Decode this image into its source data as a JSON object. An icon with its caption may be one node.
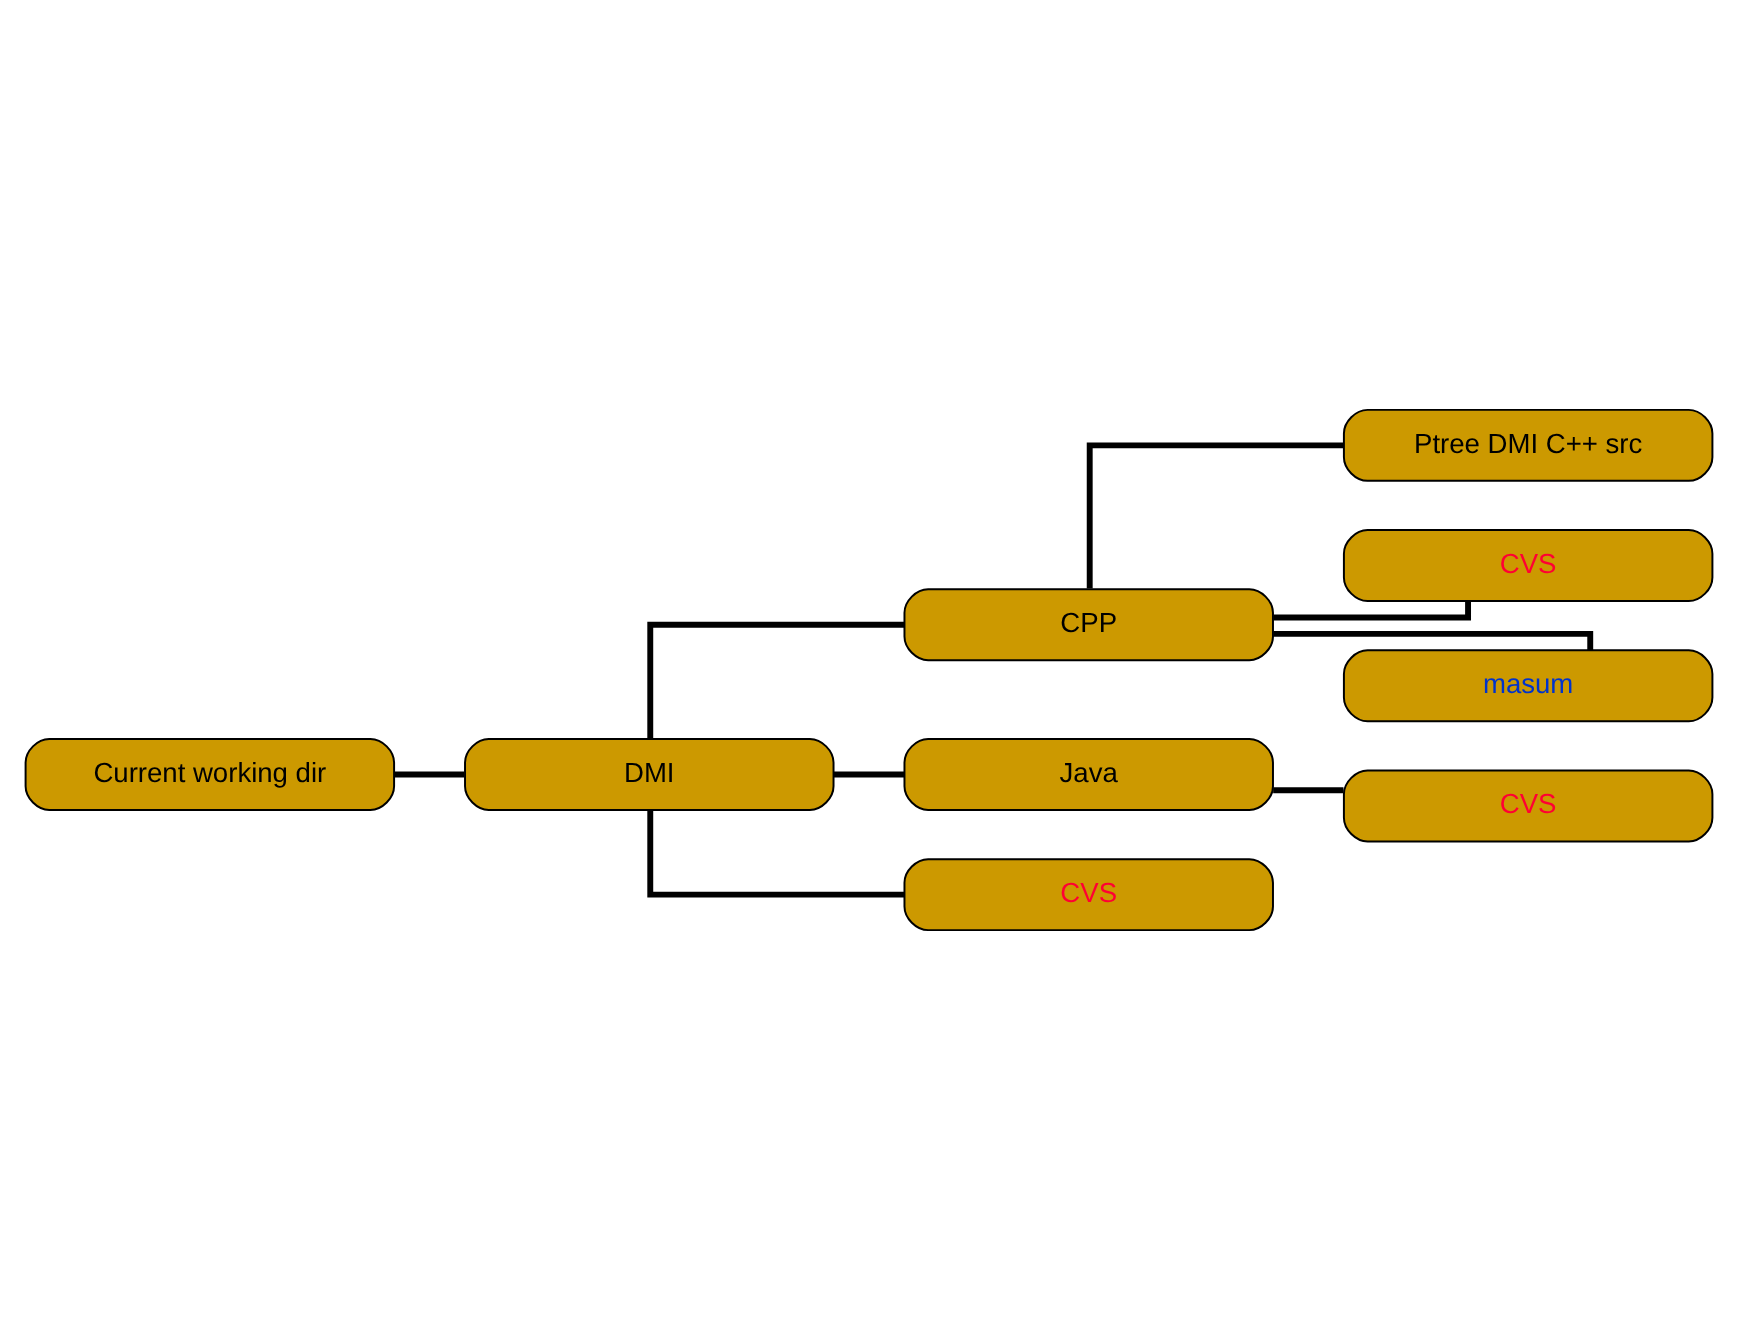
{
  "diagram": {
    "nodes": [
      {
        "text": [
          "Current working dir"
        ]
      },
      {
        "text": [
          "DMI"
        ]
      },
      {
        "text": [
          "CPP"
        ]
      },
      {
        "text": [
          "Ptree DMI C++ src"
        ]
      },
      {
        "text": [
          "CVS"
        ]
      },
      {
        "text": [
          "masum"
        ]
      },
      {
        "text": [
          "Java"
        ]
      },
      {
        "text": [
          "CVS"
        ]
      },
      {
        "text": [
          "CVS"
        ]
      }
    ],
    "edges": [
      {
        "from": 0,
        "to": 1,
        "arrow": "none"
      },
      {
        "from": 1,
        "to": 2,
        "arrow": "none"
      },
      {
        "from": 2,
        "to": 3,
        "arrow": "none"
      },
      {
        "from": 2,
        "to": 4,
        "arrow": "none"
      },
      {
        "from": 2,
        "to": 5,
        "arrow": "none"
      },
      {
        "from": 1,
        "to": 6,
        "arrow": "none"
      },
      {
        "from": 6,
        "to": 7,
        "arrow": "none"
      },
      {
        "from": 1,
        "to": 8,
        "arrow": "none"
      }
    ]
  }
}
